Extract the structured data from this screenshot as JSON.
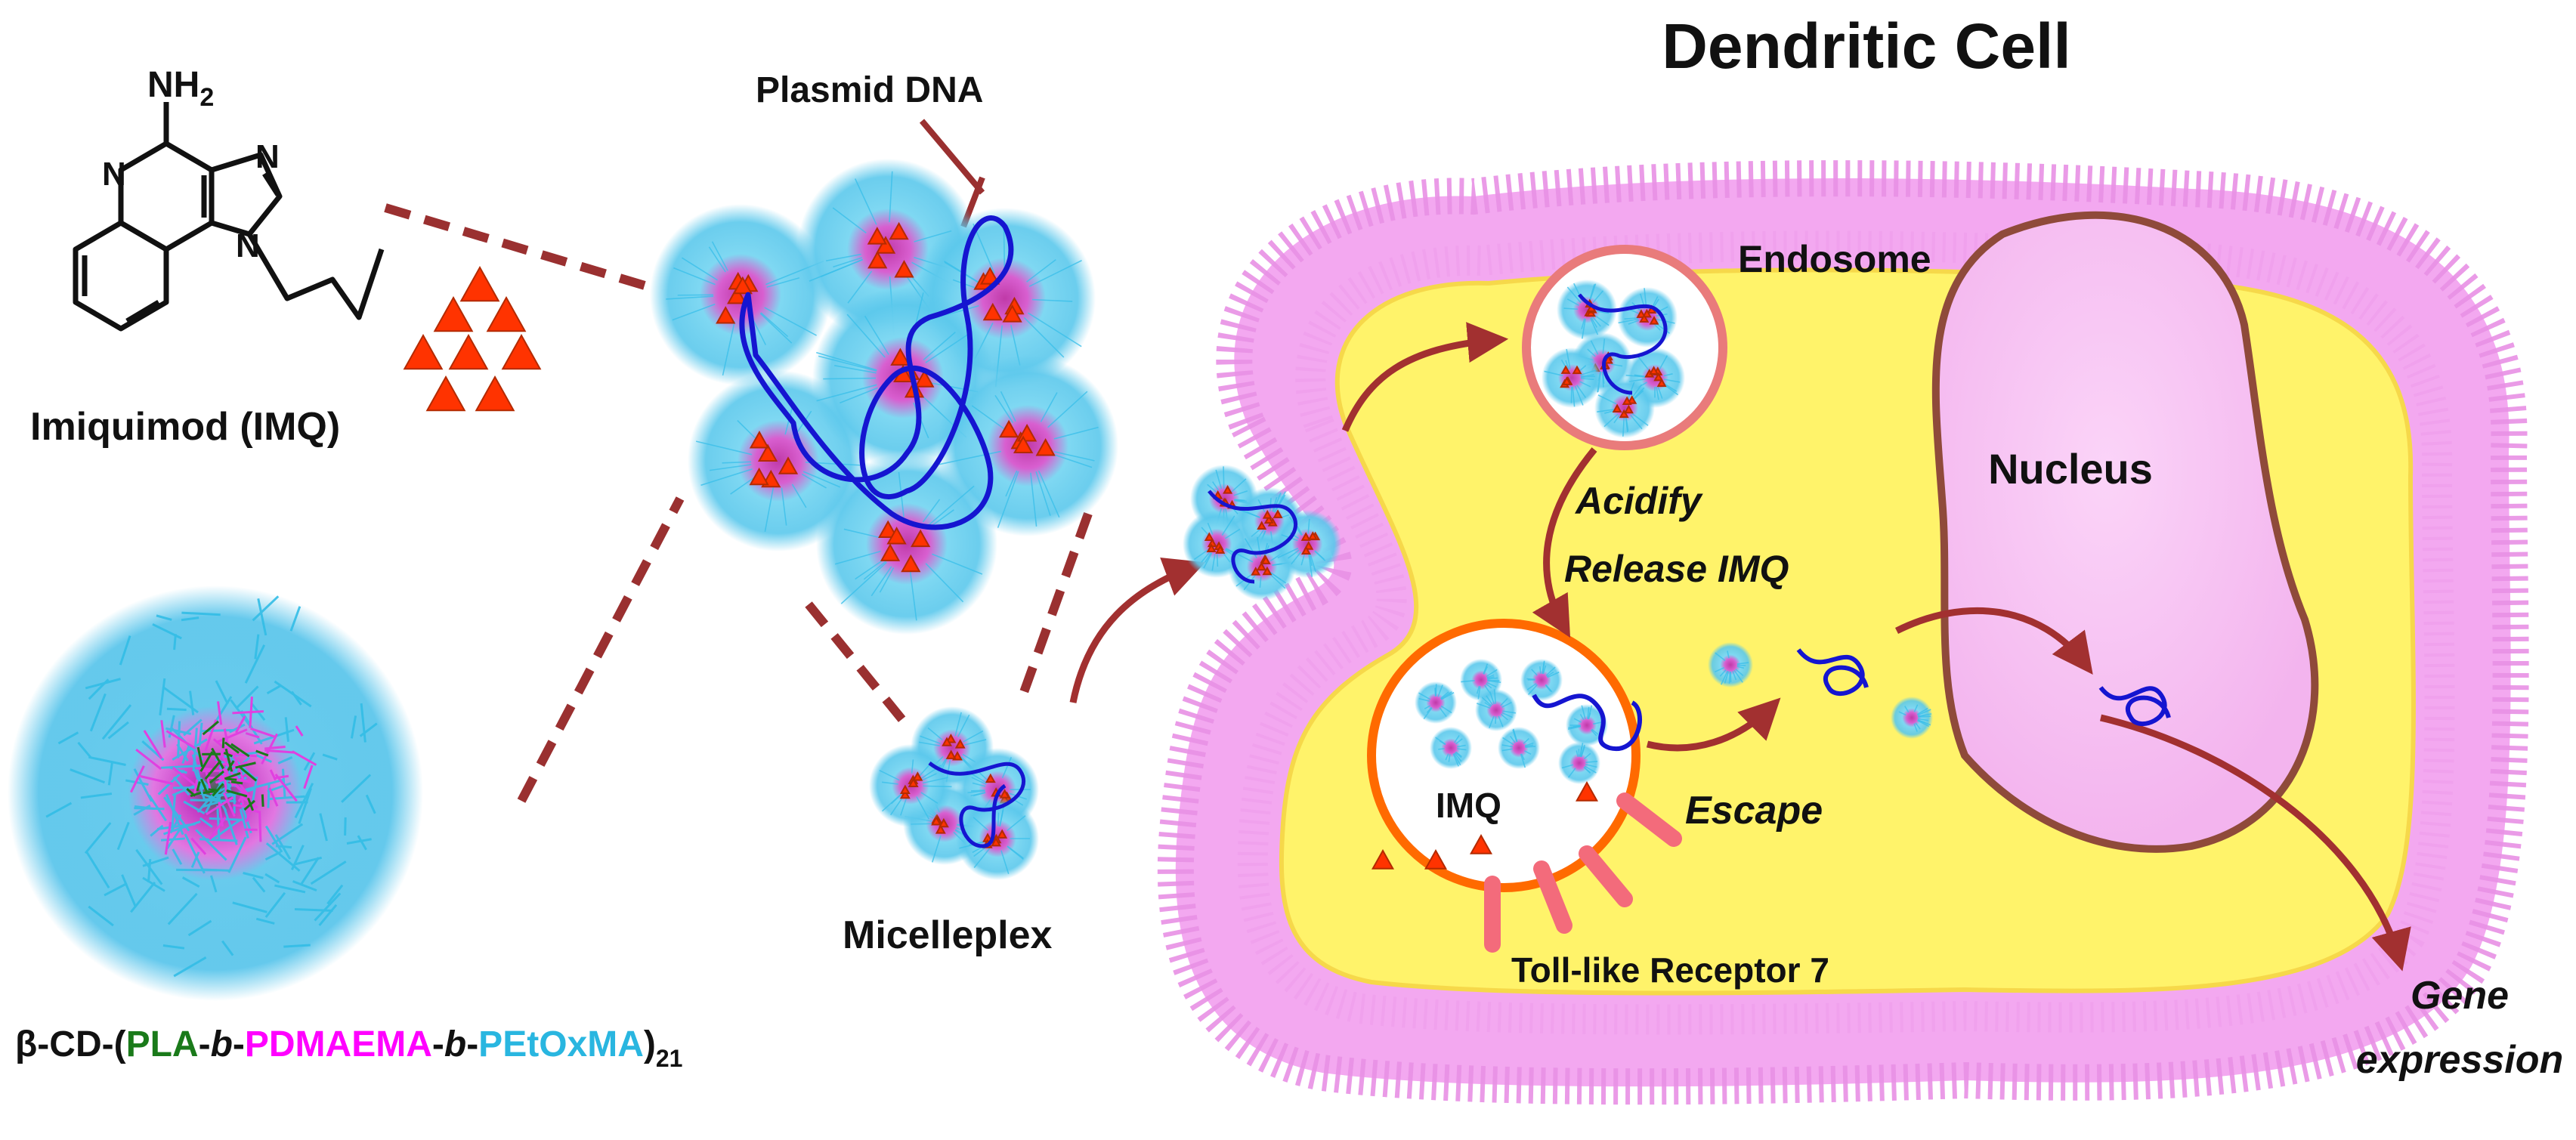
{
  "title": "Dendritic Cell",
  "labels": {
    "nh2": "NH",
    "nh2_sub": "2",
    "n1": "N",
    "n2": "N",
    "n3": "N",
    "imiquimod": "Imiquimod (IMQ)",
    "plasmid": "Plasmid DNA",
    "micelleplex": "Micelleplex",
    "endosome": "Endosome",
    "nucleus": "Nucleus",
    "acidify": "Acidify",
    "release": "Release IMQ",
    "escape": "Escape",
    "imq": "IMQ",
    "tlr7": "Toll-like Receptor 7",
    "gene1": "Gene",
    "gene2": "expression"
  },
  "polymer": {
    "p0": "β-CD-(",
    "pla": "PLA",
    "d1": "-",
    "b1": "b",
    "d2": "-",
    "pdmaema": "PDMAEMA",
    "d3": "-",
    "b2": "b",
    "d4": "-",
    "petoxma": "PEtOxMA",
    "close": ")",
    "sub": "21"
  },
  "colors": {
    "pla": "#1a7a1a",
    "pdmaema": "#ff00ff",
    "petoxma": "#29b6e0",
    "cell": "#fff36a",
    "membrane": "#f2a6f0",
    "nucleus": "#f9c6f5",
    "dna": "#1515d0",
    "arrow": "#a23030",
    "imq": "#ff3300"
  },
  "icons": {
    "triangle": "red-triangle-icon",
    "receptor": "receptor-bar-icon"
  }
}
